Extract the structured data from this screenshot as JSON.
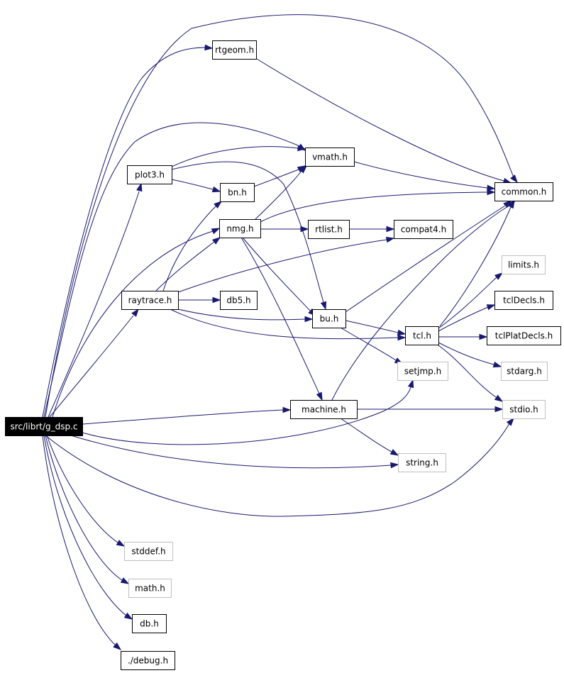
{
  "colors": {
    "edge": "#191970",
    "node_border": "#000000",
    "external_border": "#bfbfbf",
    "root_fill": "#000000",
    "root_text": "#ffffff",
    "node_fill": "#ffffff",
    "node_text": "#000000"
  },
  "nodes": [
    {
      "id": "g_dsp",
      "label": "src/librt/g_dsp.c",
      "kind": "root",
      "link": false
    },
    {
      "id": "rtgeom",
      "label": "rtgeom.h",
      "kind": "normal",
      "link": true
    },
    {
      "id": "vmath",
      "label": "vmath.h",
      "kind": "normal",
      "link": true
    },
    {
      "id": "plot3",
      "label": "plot3.h",
      "kind": "normal",
      "link": true
    },
    {
      "id": "bn",
      "label": "bn.h",
      "kind": "normal",
      "link": true
    },
    {
      "id": "common",
      "label": "common.h",
      "kind": "normal",
      "link": true
    },
    {
      "id": "nmg",
      "label": "nmg.h",
      "kind": "normal",
      "link": true
    },
    {
      "id": "rtlist",
      "label": "rtlist.h",
      "kind": "normal",
      "link": true
    },
    {
      "id": "compat4",
      "label": "compat4.h",
      "kind": "normal",
      "link": true
    },
    {
      "id": "limits",
      "label": "limits.h",
      "kind": "external",
      "link": false
    },
    {
      "id": "raytrace",
      "label": "raytrace.h",
      "kind": "normal",
      "link": true
    },
    {
      "id": "db5",
      "label": "db5.h",
      "kind": "normal",
      "link": true
    },
    {
      "id": "tclDecls",
      "label": "tclDecls.h",
      "kind": "normal",
      "link": true
    },
    {
      "id": "bu",
      "label": "bu.h",
      "kind": "normal",
      "link": true
    },
    {
      "id": "tcl",
      "label": "tcl.h",
      "kind": "normal",
      "link": true
    },
    {
      "id": "tclPlatDecls",
      "label": "tclPlatDecls.h",
      "kind": "normal",
      "link": true
    },
    {
      "id": "setjmp",
      "label": "setjmp.h",
      "kind": "external",
      "link": false
    },
    {
      "id": "stdarg",
      "label": "stdarg.h",
      "kind": "external",
      "link": false
    },
    {
      "id": "machine",
      "label": "machine.h",
      "kind": "normal",
      "link": true
    },
    {
      "id": "stdio",
      "label": "stdio.h",
      "kind": "external",
      "link": false
    },
    {
      "id": "string",
      "label": "string.h",
      "kind": "external",
      "link": false
    },
    {
      "id": "stddef",
      "label": "stddef.h",
      "kind": "external",
      "link": false
    },
    {
      "id": "math",
      "label": "math.h",
      "kind": "external",
      "link": false
    },
    {
      "id": "db",
      "label": "db.h",
      "kind": "normal",
      "link": true
    },
    {
      "id": "debug",
      "label": "./debug.h",
      "kind": "normal",
      "link": true
    }
  ],
  "edges": [
    [
      "g_dsp",
      "common"
    ],
    [
      "g_dsp",
      "rtgeom"
    ],
    [
      "g_dsp",
      "vmath"
    ],
    [
      "g_dsp",
      "plot3"
    ],
    [
      "g_dsp",
      "nmg"
    ],
    [
      "g_dsp",
      "raytrace"
    ],
    [
      "g_dsp",
      "machine"
    ],
    [
      "g_dsp",
      "setjmp"
    ],
    [
      "g_dsp",
      "string"
    ],
    [
      "g_dsp",
      "stdio"
    ],
    [
      "g_dsp",
      "stddef"
    ],
    [
      "g_dsp",
      "math"
    ],
    [
      "g_dsp",
      "db"
    ],
    [
      "g_dsp",
      "debug"
    ],
    [
      "rtgeom",
      "common"
    ],
    [
      "vmath",
      "common"
    ],
    [
      "plot3",
      "vmath"
    ],
    [
      "plot3",
      "bn"
    ],
    [
      "plot3",
      "bu"
    ],
    [
      "bn",
      "vmath"
    ],
    [
      "nmg",
      "vmath"
    ],
    [
      "nmg",
      "common"
    ],
    [
      "nmg",
      "rtlist"
    ],
    [
      "nmg",
      "bu"
    ],
    [
      "nmg",
      "machine"
    ],
    [
      "rtlist",
      "compat4"
    ],
    [
      "raytrace",
      "bn"
    ],
    [
      "raytrace",
      "nmg"
    ],
    [
      "raytrace",
      "compat4"
    ],
    [
      "raytrace",
      "db5"
    ],
    [
      "raytrace",
      "bu"
    ],
    [
      "raytrace",
      "tcl"
    ],
    [
      "bu",
      "common"
    ],
    [
      "bu",
      "tcl"
    ],
    [
      "bu",
      "setjmp"
    ],
    [
      "tcl",
      "common"
    ],
    [
      "tcl",
      "limits"
    ],
    [
      "tcl",
      "tclDecls"
    ],
    [
      "tcl",
      "tclPlatDecls"
    ],
    [
      "tcl",
      "stdarg"
    ],
    [
      "tcl",
      "stdio"
    ],
    [
      "machine",
      "common"
    ],
    [
      "machine",
      "stdio"
    ],
    [
      "machine",
      "string"
    ]
  ]
}
